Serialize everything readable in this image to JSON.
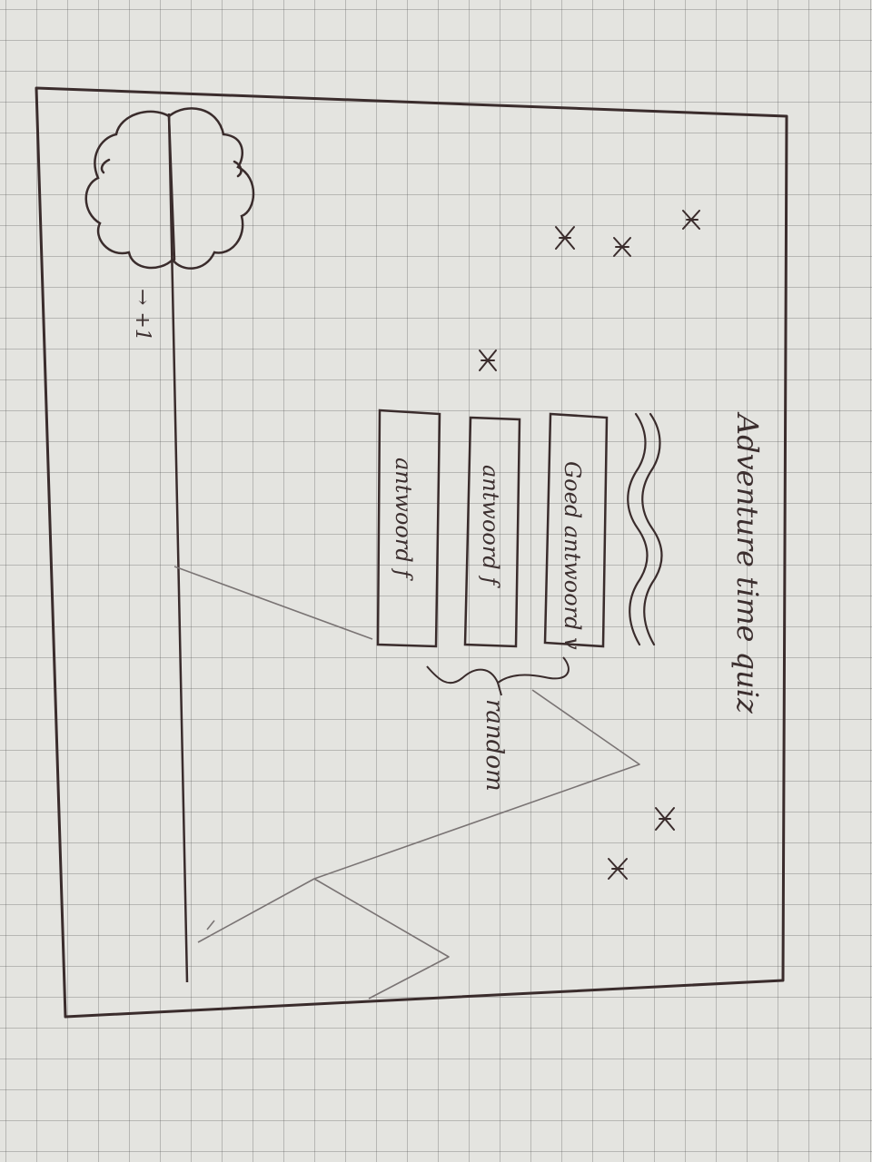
{
  "title": "Adventure time quiz",
  "question_text": "",
  "answers": [
    {
      "label": "Goed antwoord v"
    },
    {
      "label": "antwoord f"
    },
    {
      "label": "antwoord f"
    }
  ],
  "annotation_random": "random",
  "score_label": "→ +1",
  "colors": {
    "ink": "#3a2c2c",
    "pencil": "#7a7474",
    "paper": "#e4e4e0"
  }
}
